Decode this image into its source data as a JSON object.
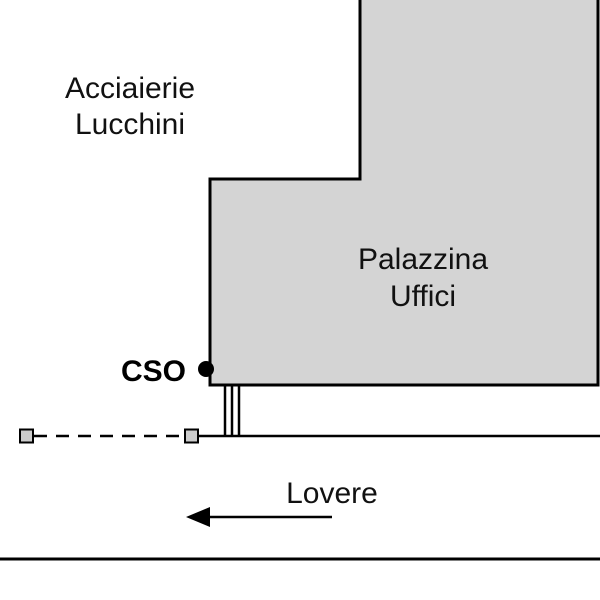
{
  "diagram": {
    "area_label": {
      "line1": "Acciaierie",
      "line2": "Lucchini"
    },
    "building_label": {
      "line1": "Palazzina",
      "line2": "Uffici"
    },
    "cso_label": "CSO",
    "direction_label": "Lovere",
    "colors": {
      "background": "#ffffff",
      "building_fill": "#d4d4d4",
      "outline": "#000000",
      "marker_square_fill": "#cccccc"
    }
  }
}
